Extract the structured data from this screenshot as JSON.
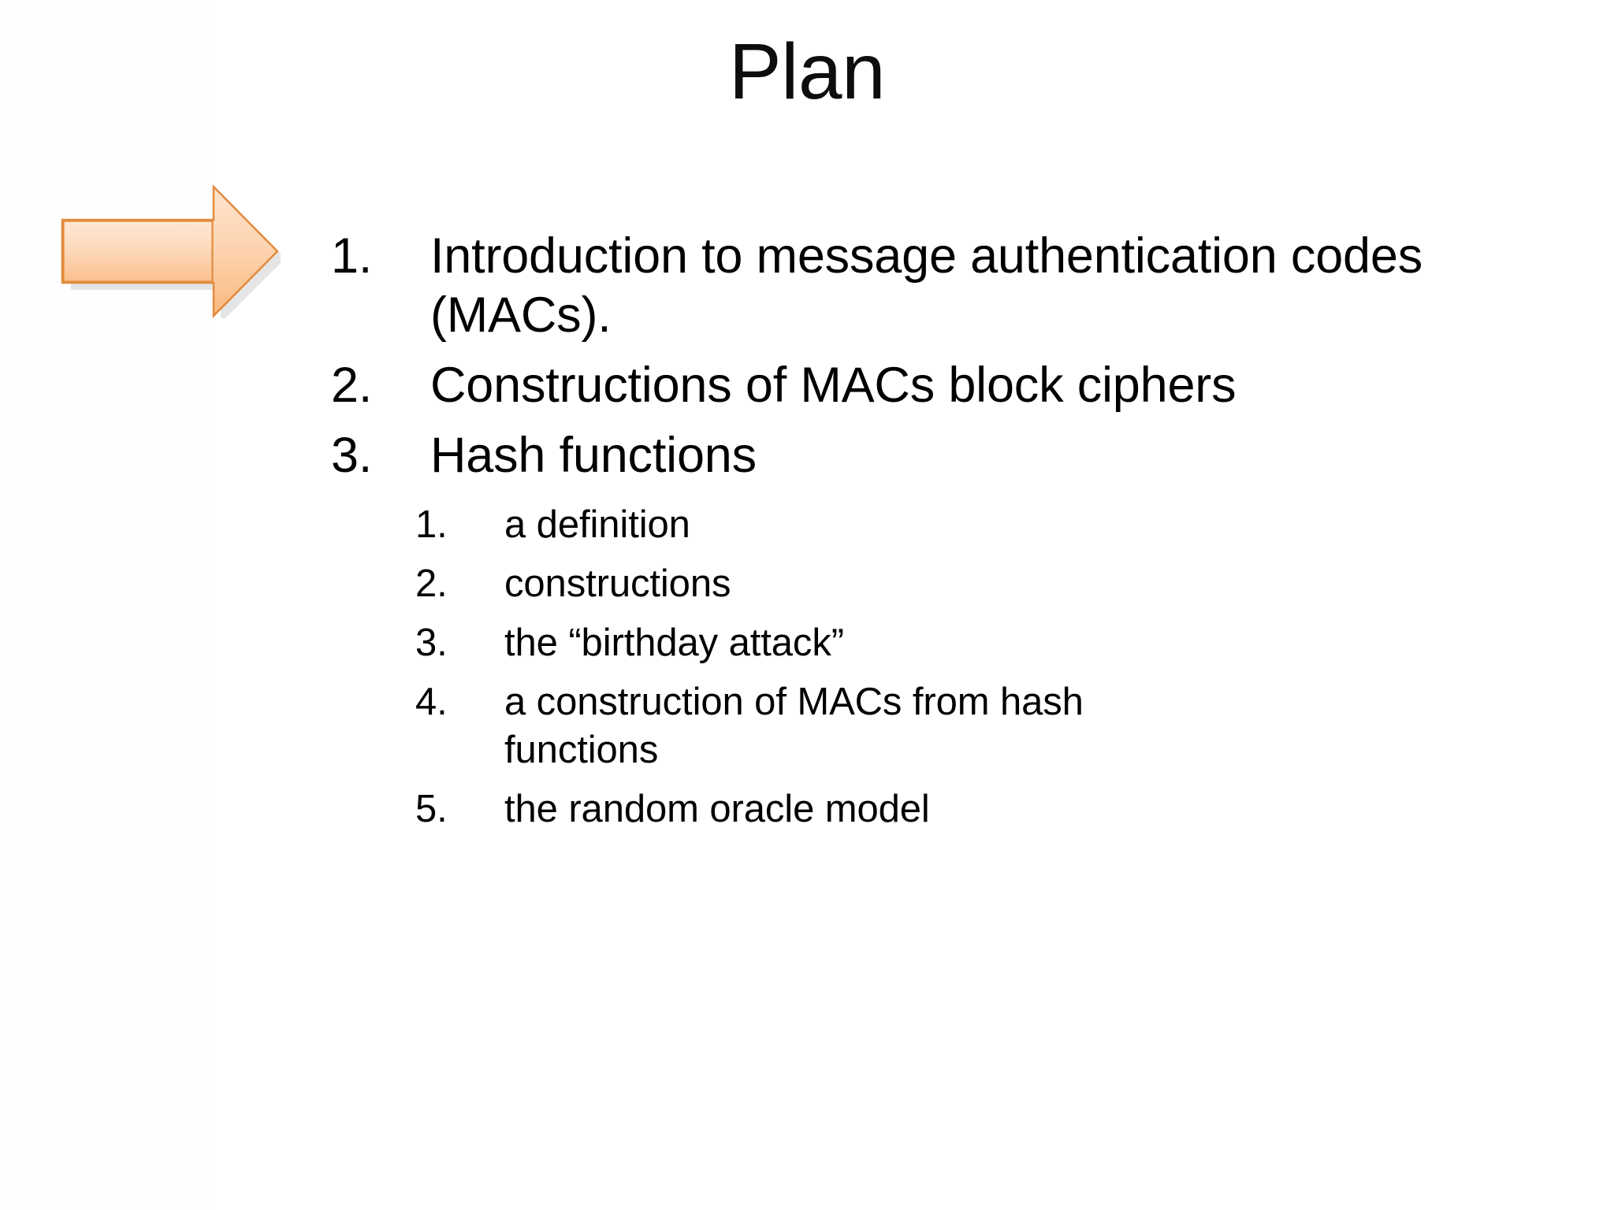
{
  "slide": {
    "title": "Plan",
    "background_color": "#FFFFFF",
    "text_color": "#000000"
  },
  "arrow": {
    "icon_name": "right-arrow-shape",
    "direction": "right",
    "fill_top": "#FDE3CB",
    "fill_bottom": "#FAC08E",
    "border_color": "#E28B3C",
    "shadow_color": "#C8C8C8"
  },
  "outline": {
    "items": [
      {
        "number": "1.",
        "text": "Introduction to message authentication codes (MACs).",
        "level": 1
      },
      {
        "number": "2.",
        "text": "Constructions of MACs block ciphers",
        "level": 1
      },
      {
        "number": "3.",
        "text": "Hash functions",
        "level": 1,
        "subitems": [
          {
            "number": "1.",
            "text": "a definition"
          },
          {
            "number": "2.",
            "text": "constructions"
          },
          {
            "number": "3.",
            "text": "the “birthday attack”"
          },
          {
            "number": "4.",
            "text": "a construction of MACs from hash functions"
          },
          {
            "number": "5.",
            "text": "the random oracle model"
          }
        ]
      }
    ]
  }
}
